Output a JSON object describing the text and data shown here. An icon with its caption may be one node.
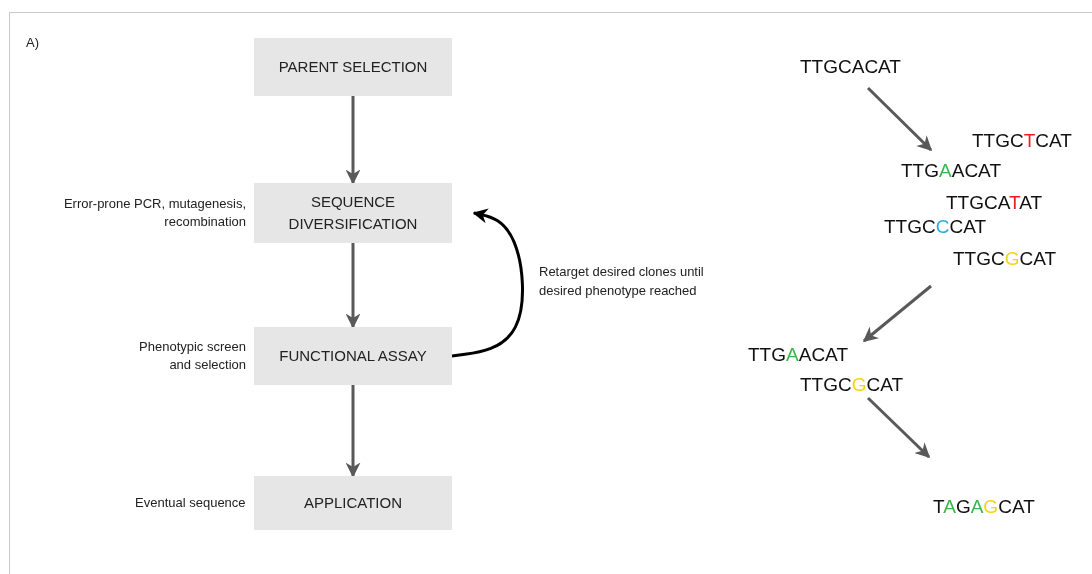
{
  "diagram": {
    "nodes": [
      {
        "text": [
          "PARENT SELECTION"
        ]
      },
      {
        "text": [
          "SEQUENCE DIVERSIFICATION"
        ],
        "beside": [
          "Error-prone PCR, mutagenesis, recombination"
        ]
      },
      {
        "text": [
          "FUNCTIONAL ASSAY"
        ],
        "beside": [
          "Phenotypic screen and selection"
        ]
      },
      {
        "text": [
          "APPLICATION"
        ],
        "beside": [
          "Eventual sequence"
        ]
      },
      {
        "text": [
          "TTGCACAT"
        ]
      },
      {
        "text": [
          "TTGCTCAT"
        ]
      },
      {
        "text": [
          "TTGAACAT"
        ]
      },
      {
        "text": [
          "TTGCATAT"
        ]
      },
      {
        "text": [
          "TTGCCCAT"
        ]
      },
      {
        "text": [
          "TTGCGCAT"
        ]
      },
      {
        "text": [
          "TTGAACAT"
        ]
      },
      {
        "text": [
          "TTGCGCAT"
        ]
      },
      {
        "text": [
          "TAGAGCAT"
        ]
      }
    ],
    "edges": [
      {
        "from": 0,
        "to": 1,
        "arrow": "to"
      },
      {
        "from": 1,
        "to": 2,
        "arrow": "to"
      },
      {
        "from": 2,
        "to": 3,
        "arrow": "to"
      },
      {
        "from": 2,
        "to": 1,
        "arrow": "to",
        "label": "Retarget desired clones until desired phenotype reached",
        "color": "#000000"
      },
      {
        "from": 4,
        "to": 6,
        "arrow": "to"
      },
      {
        "from": 9,
        "to": 10,
        "arrow": "to"
      },
      {
        "from": 11,
        "to": 12,
        "arrow": "to"
      }
    ],
    "labels": [
      "A)"
    ]
  }
}
